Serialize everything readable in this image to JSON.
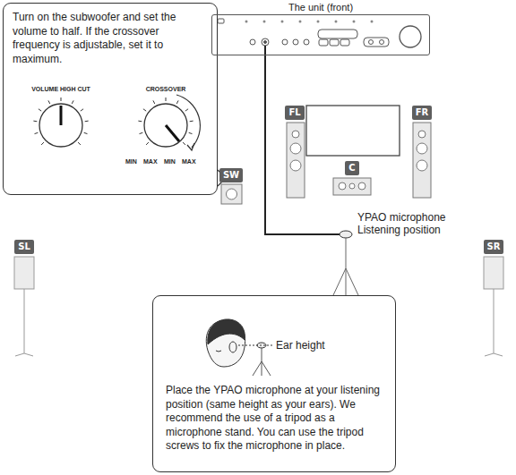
{
  "diagram": {
    "nodes": [
      {
        "text": [
          "Turn on the subwoofer and set the volume to half. If the crossover frequency is adjustable, set it to maximum."
        ]
      },
      {
        "text": [
          "The unit (front)"
        ]
      },
      {
        "text": [
          "FL"
        ]
      },
      {
        "text": [
          "FR"
        ]
      },
      {
        "text": [
          "SW"
        ]
      },
      {
        "text": [
          "C"
        ]
      },
      {
        "text": [
          "SL"
        ]
      },
      {
        "text": [
          "SR"
        ]
      },
      {
        "text": [
          "Place the YPAO microphone at your listening position (same height as your ears). We recommend the use of a tripod as a microphone stand. You can use the tripod screws to fix the microphone in place."
        ]
      }
    ],
    "labels": [
      "VOLUME HIGH CUT",
      "CROSSOVER",
      "MIN",
      "MAX",
      "MIN",
      "MAX",
      "YPAO microphone Listening position",
      "Ear height"
    ]
  }
}
